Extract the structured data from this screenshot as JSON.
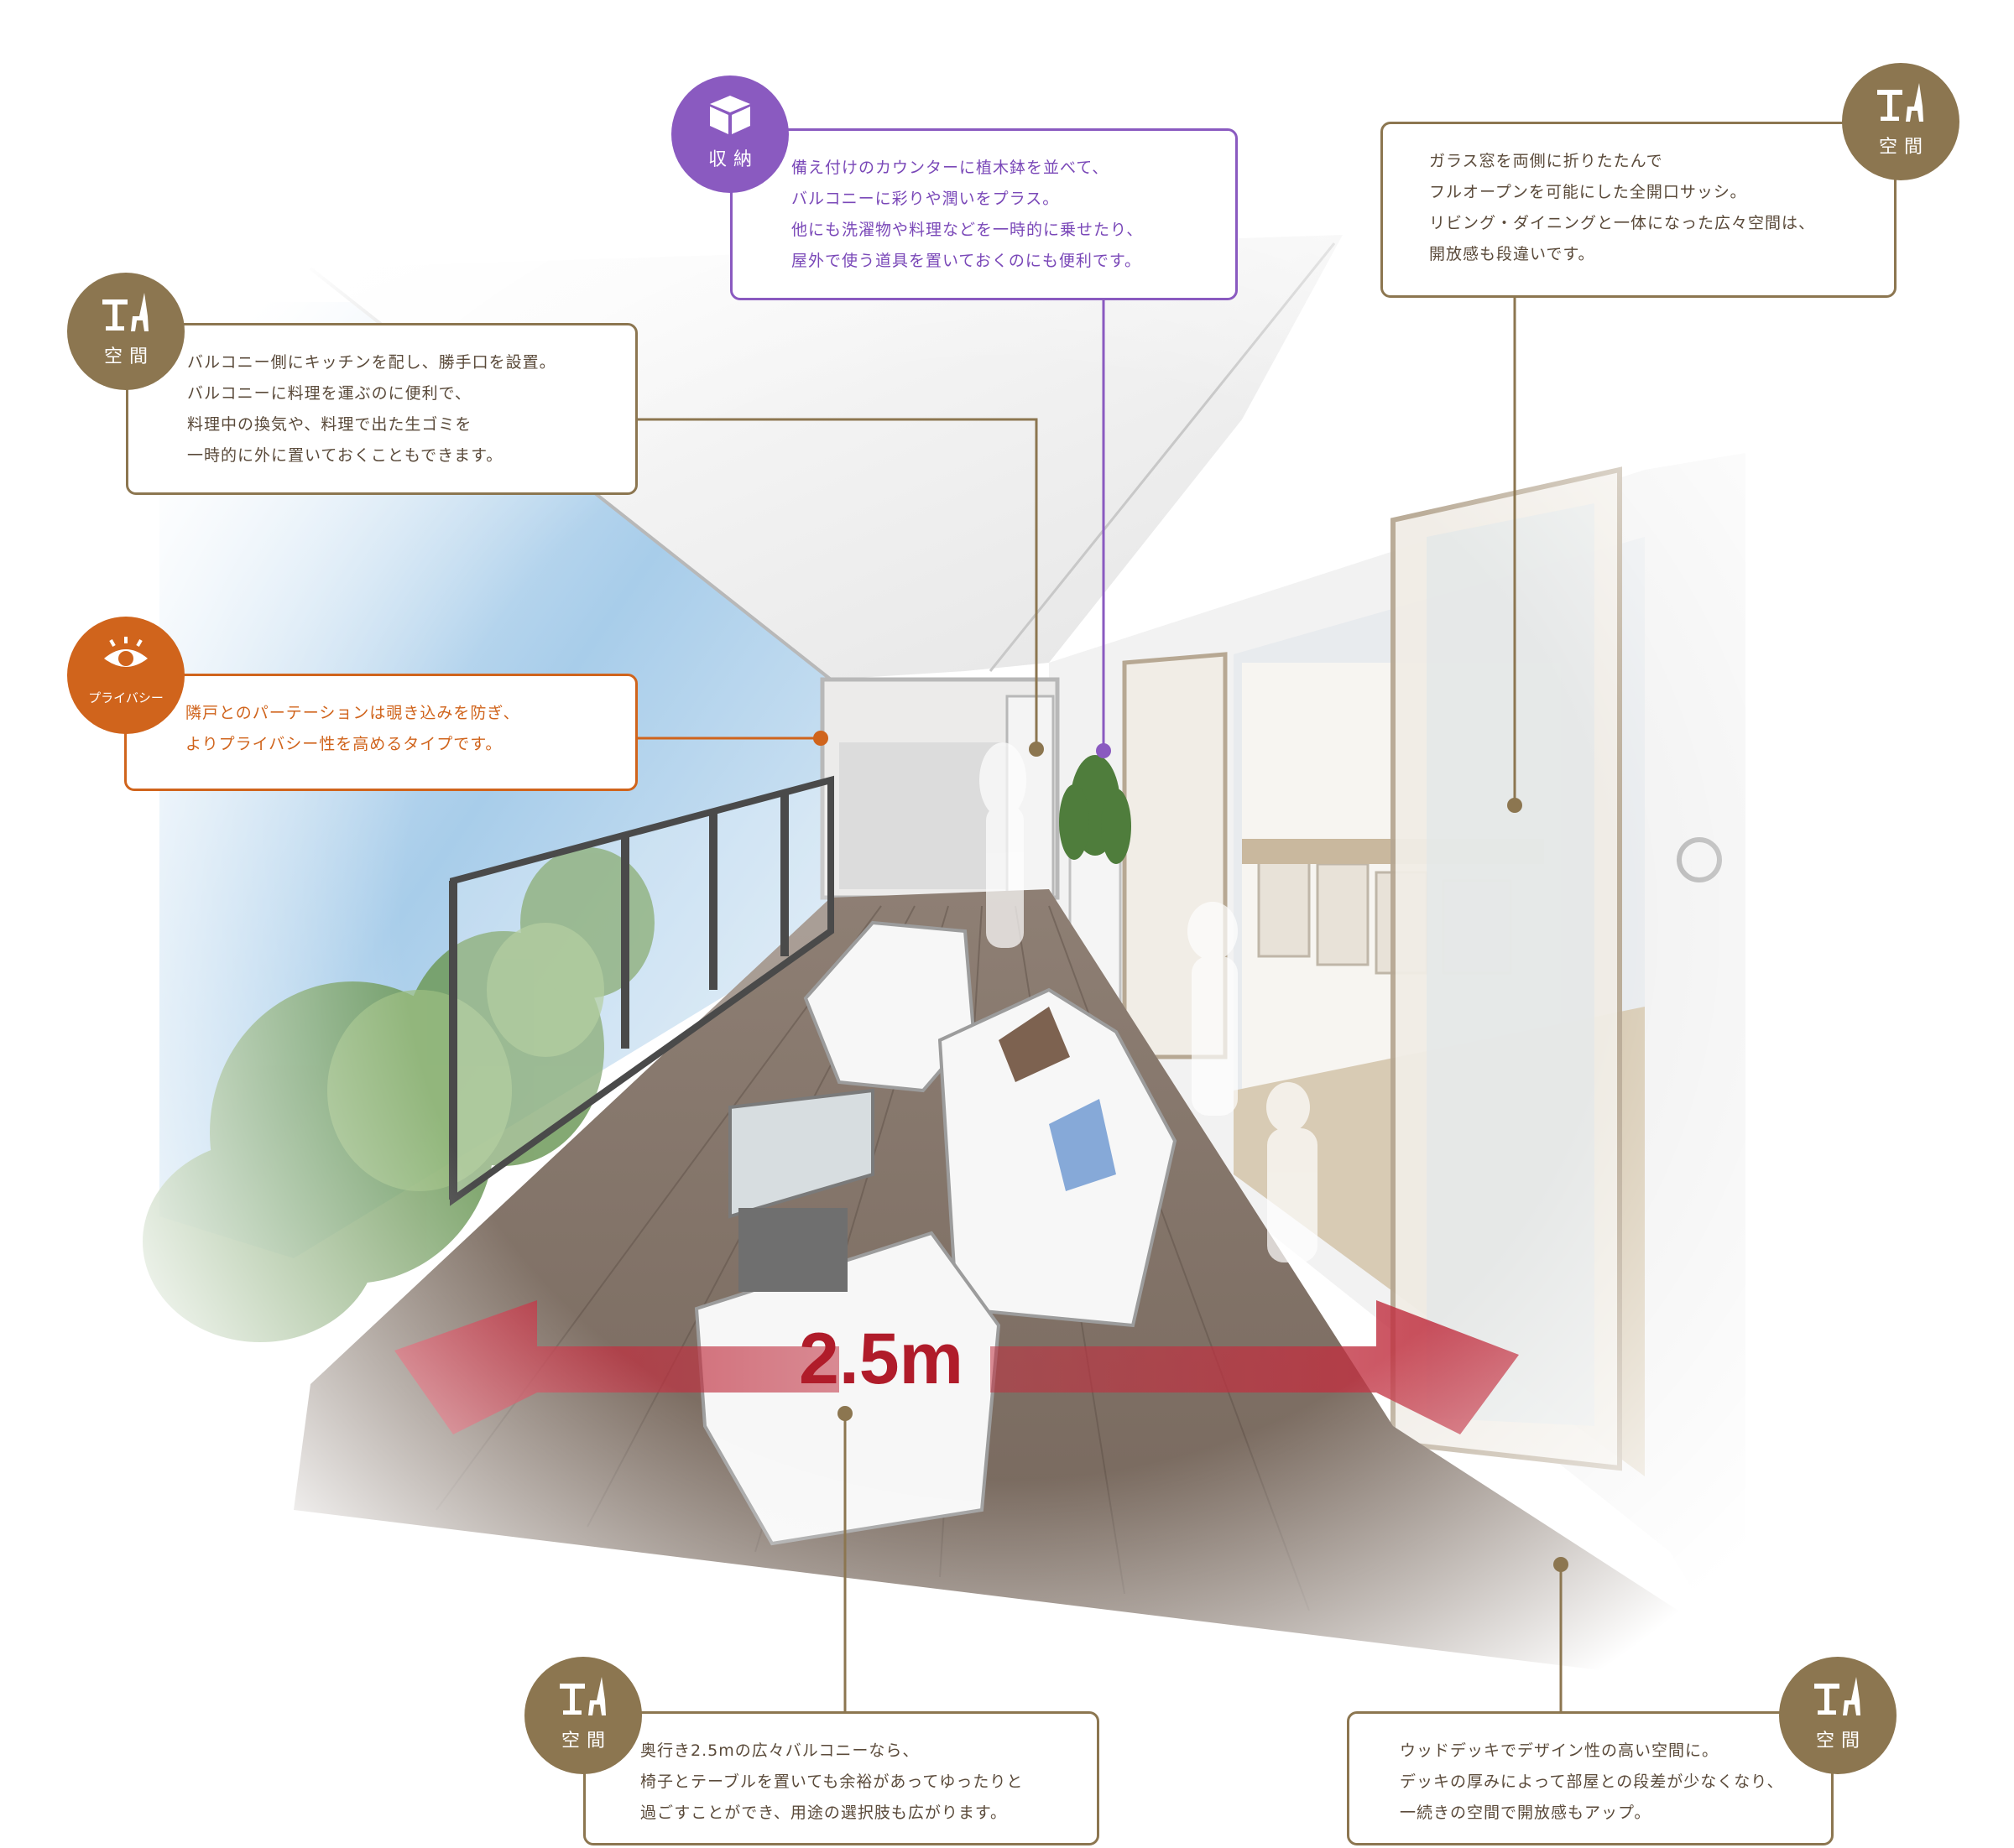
{
  "measure": {
    "label": "2.5m",
    "color": "#b01c2a"
  },
  "colors": {
    "brown": "#8c7650",
    "purple": "#8a5ac0",
    "orange": "#d0641c",
    "arrow": "#c03040"
  },
  "callouts": {
    "kitchen": {
      "badge": "空間",
      "icon": "table-chair-icon",
      "lines": [
        "バルコニー側にキッチンを配し、勝手口を設置。",
        "バルコニーに料理を運ぶのに便利で、",
        "料理中の換気や、料理で出た生ゴミを",
        "一時的に外に置いておくこともできます。"
      ]
    },
    "storage": {
      "badge": "収納",
      "icon": "box-icon",
      "lines": [
        "備え付けのカウンターに植木鉢を並べて、",
        "バルコニーに彩りや潤いをプラス。",
        "他にも洗濯物や料理などを一時的に乗せたり、",
        "屋外で使う道具を置いておくのにも便利です。"
      ]
    },
    "sash": {
      "badge": "空間",
      "icon": "table-chair-icon",
      "lines": [
        "ガラス窓を両側に折りたたんで",
        "フルオープンを可能にした全開口サッシ。",
        "リビング・ダイニングと一体になった広々空間は、",
        "開放感も段違いです。"
      ]
    },
    "privacy": {
      "badge": "プライバシー",
      "icon": "eye-icon",
      "lines": [
        "隣戸とのパーテーションは覗き込みを防ぎ、",
        "よりプライバシー性を高めるタイプです。"
      ]
    },
    "depth": {
      "badge": "空間",
      "icon": "table-chair-icon",
      "lines": [
        "奥行き2.5mの広々バルコニーなら、",
        "椅子とテーブルを置いても余裕があってゆったりと",
        "過ごすことができ、用途の選択肢も広がります。"
      ]
    },
    "deck": {
      "badge": "空間",
      "icon": "table-chair-icon",
      "lines": [
        "ウッドデッキでデザイン性の高い空間に。",
        "デッキの厚みによって部屋との段差が少なくなり、",
        "一続きの空間で開放感もアップ。"
      ]
    }
  }
}
